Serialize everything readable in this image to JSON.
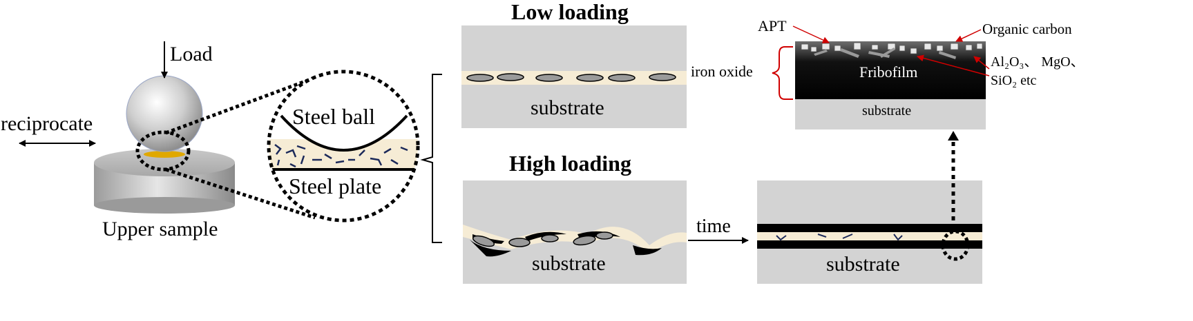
{
  "labels": {
    "load": "Load",
    "reciprocate": "reciprocate",
    "upper_sample": "Upper sample",
    "steel_ball": "Steel ball",
    "steel_plate": "Steel plate",
    "low_loading": "Low loading",
    "high_loading": "High loading",
    "substrate": "substrate",
    "iron_oxide": "iron oxide",
    "time": "time",
    "apt": "APT",
    "organic_carbon": "Organic carbon",
    "tribofilm": "Fribofilm",
    "oxides_line1": "Al₂O₃、 MgO、",
    "oxides_line2": "SiO₂ etc"
  },
  "colors": {
    "substrate_gray": "#d3d3d3",
    "oxide_beige": "#f6ecd5",
    "particle_gray": "#9a9a9a",
    "film_black": "#000000",
    "accent_red": "#d00000",
    "contact_gold": "#e0a800",
    "debris_navy": "#1c2a5a"
  }
}
